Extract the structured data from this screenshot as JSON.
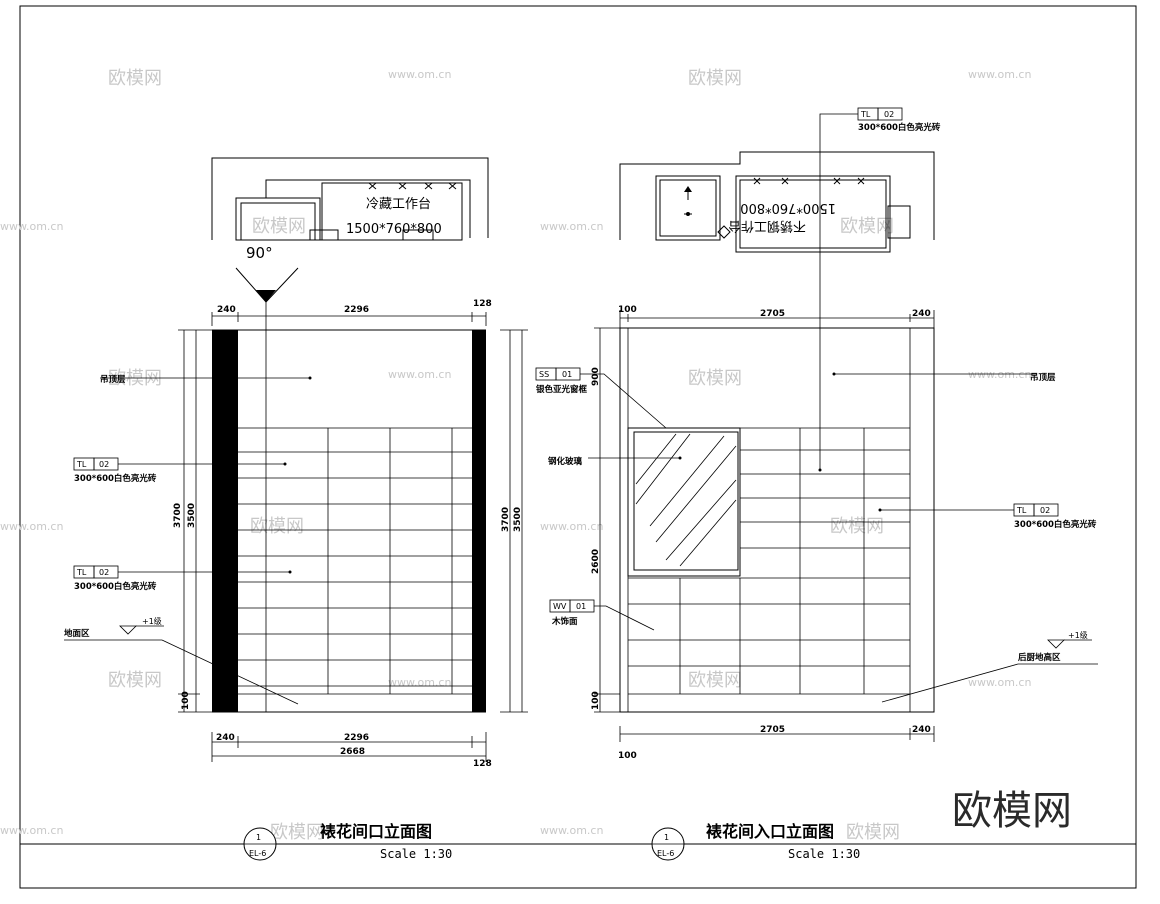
{
  "watermark": {
    "brand": "欧模网",
    "url": "www.om.cn"
  },
  "logo_text": "欧模网",
  "left": {
    "title": "裱花间口立面图",
    "scale": "Scale 1:30",
    "callout_num": "1",
    "callout_ref": "EL-6",
    "plan_label": "冷藏工作台",
    "plan_dims": "1500*760*800",
    "angle": "90°",
    "dims": {
      "top_left": "240",
      "top_mid": "2296",
      "top_right": "128",
      "h_left_outer": "3700",
      "h_left_inner": "3500",
      "h_right_outer": "3700",
      "h_right_inner": "3500",
      "bottom_left": "240",
      "bottom_mid": "2296",
      "bottom_total": "2668",
      "bottom_right": "128",
      "base": "100"
    },
    "notes": {
      "ceiling": "吊顶层",
      "tile1_code": "TL",
      "tile1_num": "02",
      "tile1_desc": "300*600白色亮光砖",
      "tile2_code": "TL",
      "tile2_num": "02",
      "tile2_desc": "300*600白色亮光砖",
      "floor": "地面区",
      "level": "+1级"
    }
  },
  "right": {
    "title": "裱花间入口立面图",
    "scale": "Scale 1:30",
    "callout_num": "1",
    "callout_ref": "EL-6",
    "plan_label": "不锈钢工作台",
    "plan_dims": "1500*760*800",
    "dims": {
      "top_left": "100",
      "top_mid": "2705",
      "top_right": "240",
      "height": "2600",
      "top_small": "900",
      "base": "100",
      "bottom_mid": "2705",
      "bottom_right": "240",
      "bottom_left": "100"
    },
    "notes": {
      "ss_code": "SS",
      "ss_num": "01",
      "ss_desc": "银色亚光窗框",
      "glass": "钢化玻璃",
      "ceiling": "吊顶层",
      "tl_top_code": "TL",
      "tl_top_num": "02",
      "tl_top_desc": "300*600白色亮光砖",
      "tl_right_code": "TL",
      "tl_right_num": "02",
      "tl_right_desc": "300*600白色亮光砖",
      "wv_code": "WV",
      "wv_num": "01",
      "wv_desc": "木饰面",
      "floor": "后厨地高区",
      "level": "+1级"
    }
  }
}
